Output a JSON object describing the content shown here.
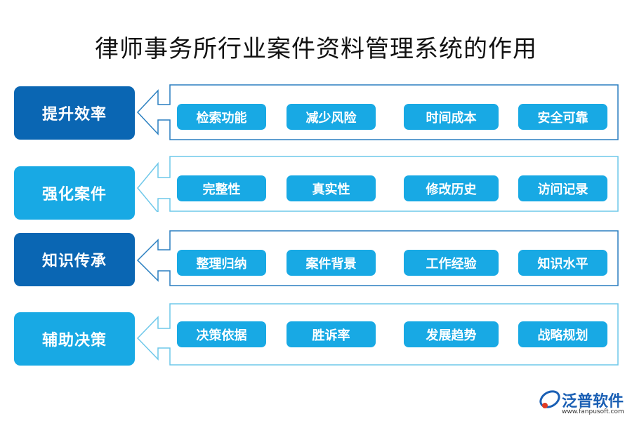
{
  "title": "律师事务所行业案件资料管理系统的作用",
  "rows": [
    {
      "label": "提升效率",
      "style": "dark",
      "items": [
        "检索功能",
        "减少风险",
        "时间成本",
        "安全可靠"
      ]
    },
    {
      "label": "强化案件",
      "style": "light",
      "items": [
        "完整性",
        "真实性",
        "修改历史",
        "访问记录"
      ]
    },
    {
      "label": "知识传承",
      "style": "dark",
      "items": [
        "整理归纳",
        "案件背景",
        "工作经验",
        "知识水平"
      ]
    },
    {
      "label": "辅助决策",
      "style": "light",
      "items": [
        "决策依据",
        "胜诉率",
        "发展趋势",
        "战略规划"
      ]
    }
  ],
  "logo": {
    "name": "泛普软件",
    "url": "www.fanpusoft.com",
    "icon": "fanpu-logo-icon"
  },
  "colors": {
    "dark": "#0a66b3",
    "light": "#18a9e4",
    "frame_dark": "#2a7fc0",
    "frame_light": "#6fc8ea"
  }
}
